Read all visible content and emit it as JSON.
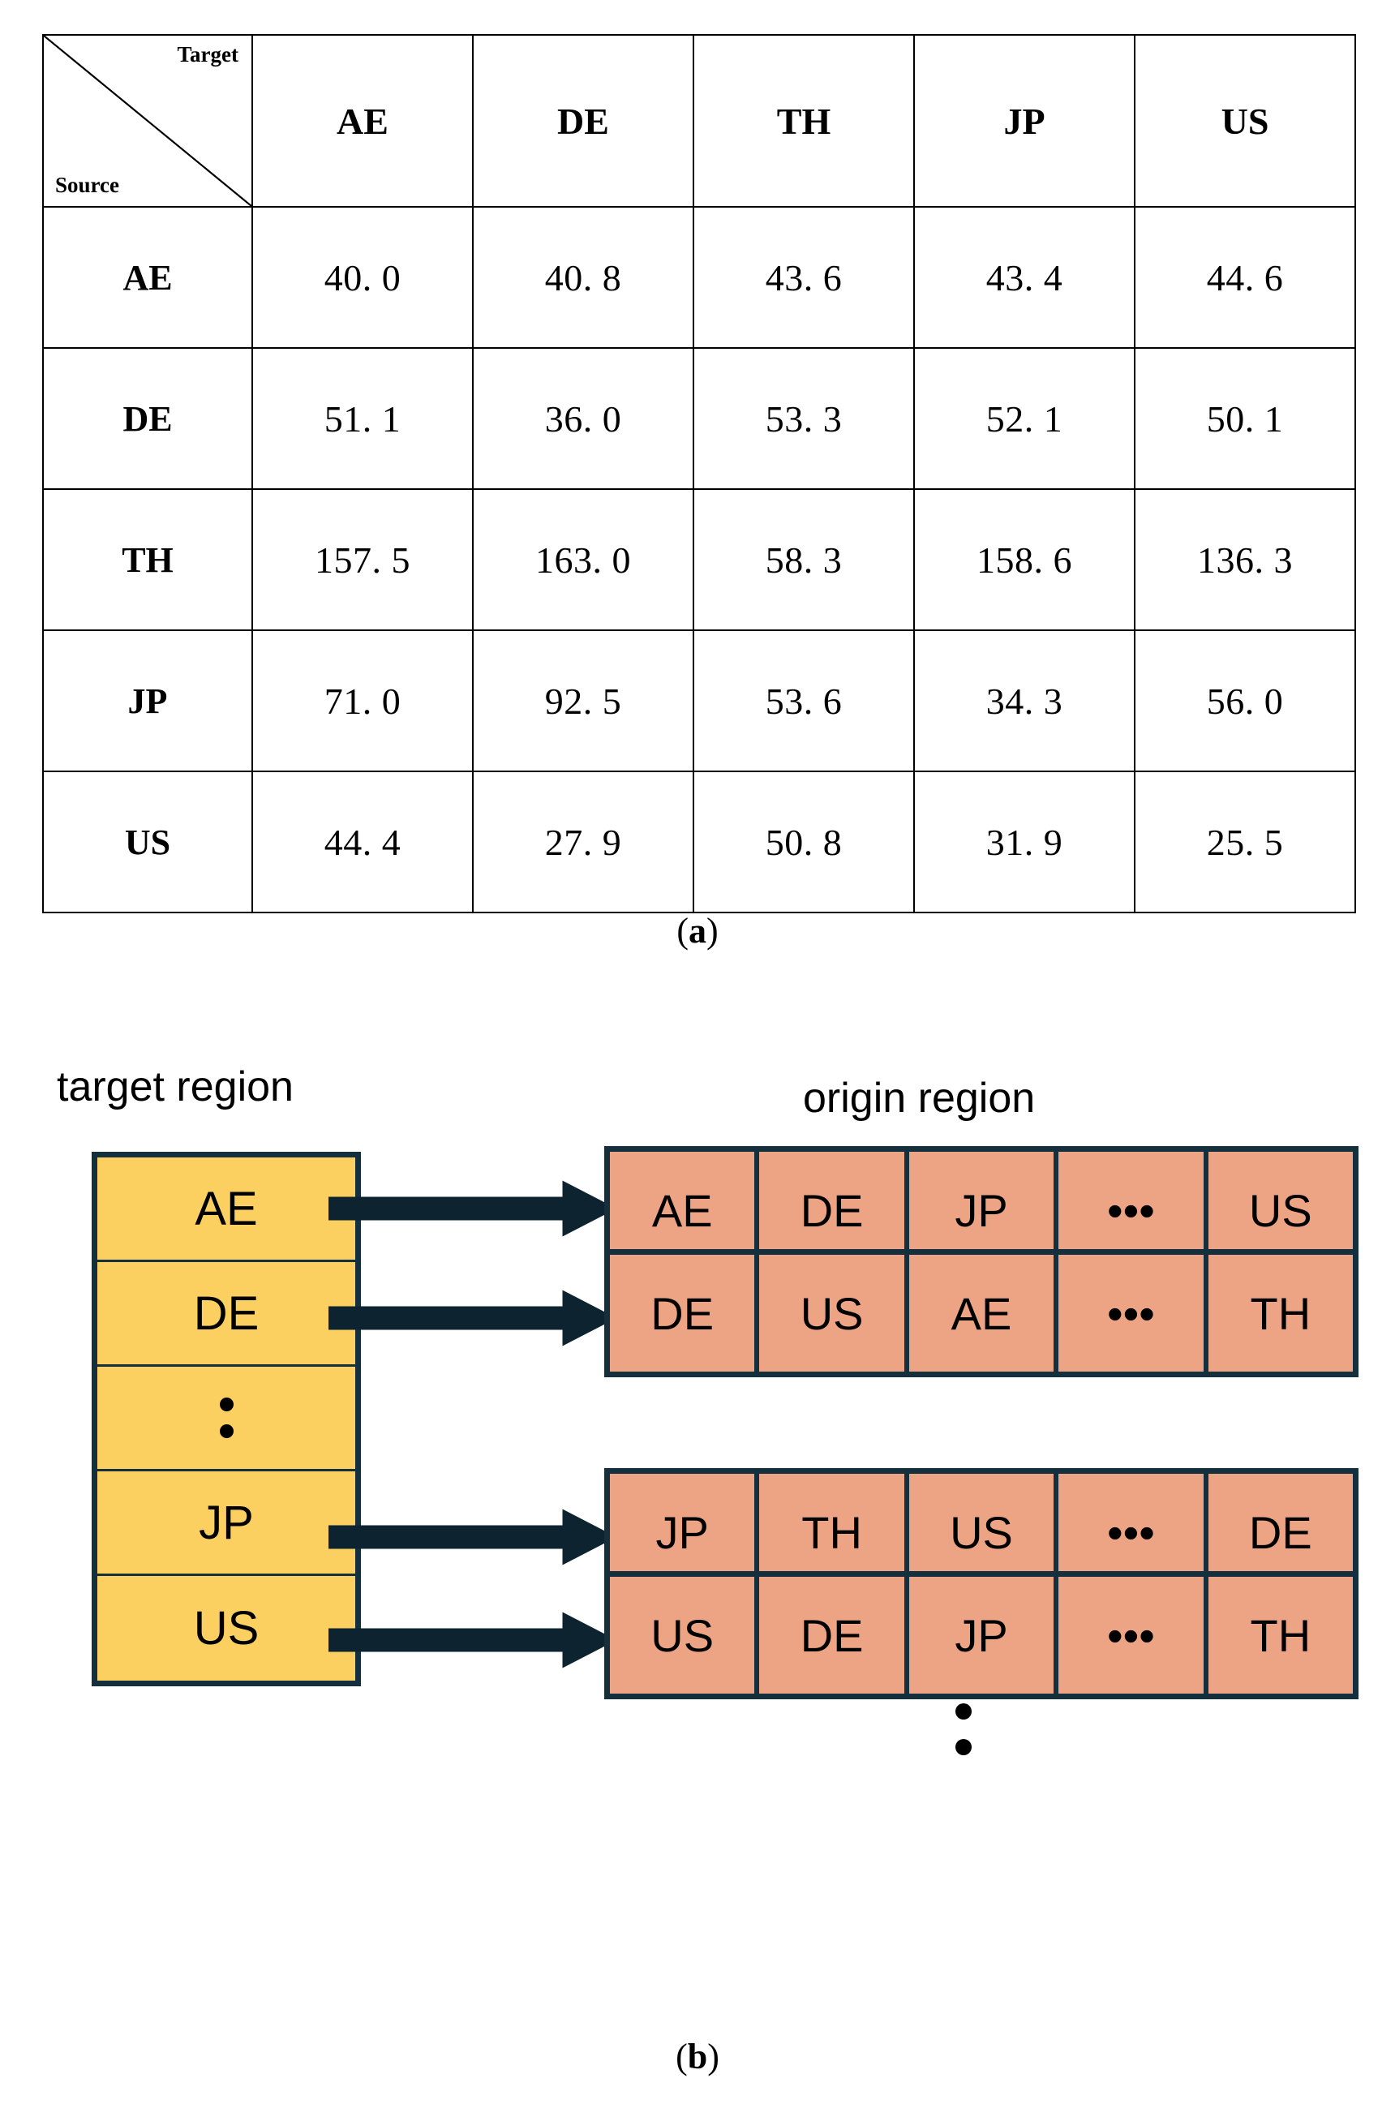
{
  "panel_a": {
    "caption_paren_open": "(",
    "caption_letter": "a",
    "caption_paren_close": ")",
    "corner": {
      "target_label": "Target",
      "source_label": "Source"
    },
    "columns": [
      "AE",
      "DE",
      "TH",
      "JP",
      "US"
    ],
    "rows": [
      {
        "label": "AE",
        "values": [
          "40. 0",
          "40. 8",
          "43. 6",
          "43. 4",
          "44. 6"
        ]
      },
      {
        "label": "DE",
        "values": [
          "51. 1",
          "36. 0",
          "53. 3",
          "52. 1",
          "50. 1"
        ]
      },
      {
        "label": "TH",
        "values": [
          "157. 5",
          "163. 0",
          "58. 3",
          "158. 6",
          "136. 3"
        ]
      },
      {
        "label": "JP",
        "values": [
          "71. 0",
          "92. 5",
          "53. 6",
          "34. 3",
          "56. 0"
        ]
      },
      {
        "label": "US",
        "values": [
          "44. 4",
          "27. 9",
          "50. 8",
          "31. 9",
          "25. 5"
        ]
      }
    ]
  },
  "panel_b": {
    "caption_paren_open": "(",
    "caption_letter": "b",
    "caption_paren_close": ")",
    "target_region_label": "target region",
    "origin_region_label": "origin region",
    "target_cells": [
      {
        "label": "AE",
        "is_dots": false
      },
      {
        "label": "DE",
        "is_dots": false
      },
      {
        "label": "",
        "is_dots": true
      },
      {
        "label": "JP",
        "is_dots": false
      },
      {
        "label": "US",
        "is_dots": false
      }
    ],
    "origin_rows": [
      {
        "cells": [
          "AE",
          "DE",
          "JP",
          "•••",
          "US"
        ]
      },
      {
        "cells": [
          "DE",
          "US",
          "AE",
          "•••",
          "TH"
        ]
      },
      {
        "cells": [
          "JP",
          "TH",
          "US",
          "•••",
          "DE"
        ]
      },
      {
        "cells": [
          "US",
          "DE",
          "JP",
          "•••",
          "TH"
        ]
      }
    ],
    "colors": {
      "target_fill": "#fbd061",
      "origin_fill": "#eda484",
      "stroke": "#14303f"
    }
  }
}
